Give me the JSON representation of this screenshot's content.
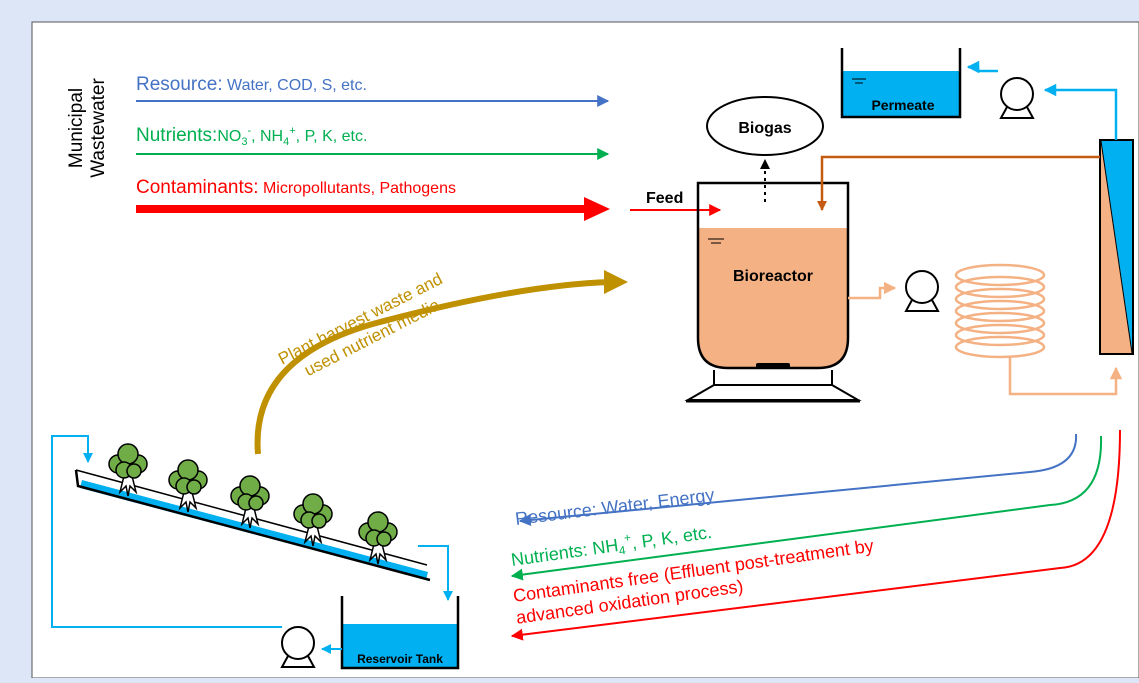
{
  "source": {
    "title_line1": "Municipal",
    "title_line2": "Wastewater",
    "flows": [
      {
        "label": "Resource:",
        "detail": " Water, COD, S, etc.",
        "color": "#4472c4"
      },
      {
        "label": "Nutrients:",
        "detail_parts": [
          "NO",
          "3",
          "-",
          ", NH",
          "4",
          "+",
          ", P, K, etc."
        ],
        "color": "#00b050"
      },
      {
        "label": "Contaminants:",
        "detail": " Micropollutants,  Pathogens",
        "color": "#ff0000"
      }
    ]
  },
  "reactor": {
    "feed_label": "Feed",
    "biogas_label": "Biogas",
    "bioreactor_label": "Bioreactor",
    "permeate_label": "Permeate"
  },
  "hydroponics": {
    "harvest_line1": "Plant harvest waste and",
    "harvest_line2": "used nutrient media",
    "reservoir_label": "Reservoir Tank"
  },
  "outputs": [
    {
      "text": "Resource: Water, Energy",
      "color": "#4472c4"
    },
    {
      "parts": [
        "Nutrients: NH",
        "4",
        "+",
        ", P, K, etc."
      ],
      "color": "#00b050"
    },
    {
      "line1": "Contaminants free (Effluent post-treatment by",
      "line2": "advanced oxidation process)",
      "color": "#ff0000"
    }
  ],
  "colors": {
    "background": "#dde6f7",
    "panel": "#ffffff",
    "water": "#00b0f0",
    "sludge": "#f4b183",
    "gold": "#bf9000",
    "brown": "#c55a11"
  }
}
